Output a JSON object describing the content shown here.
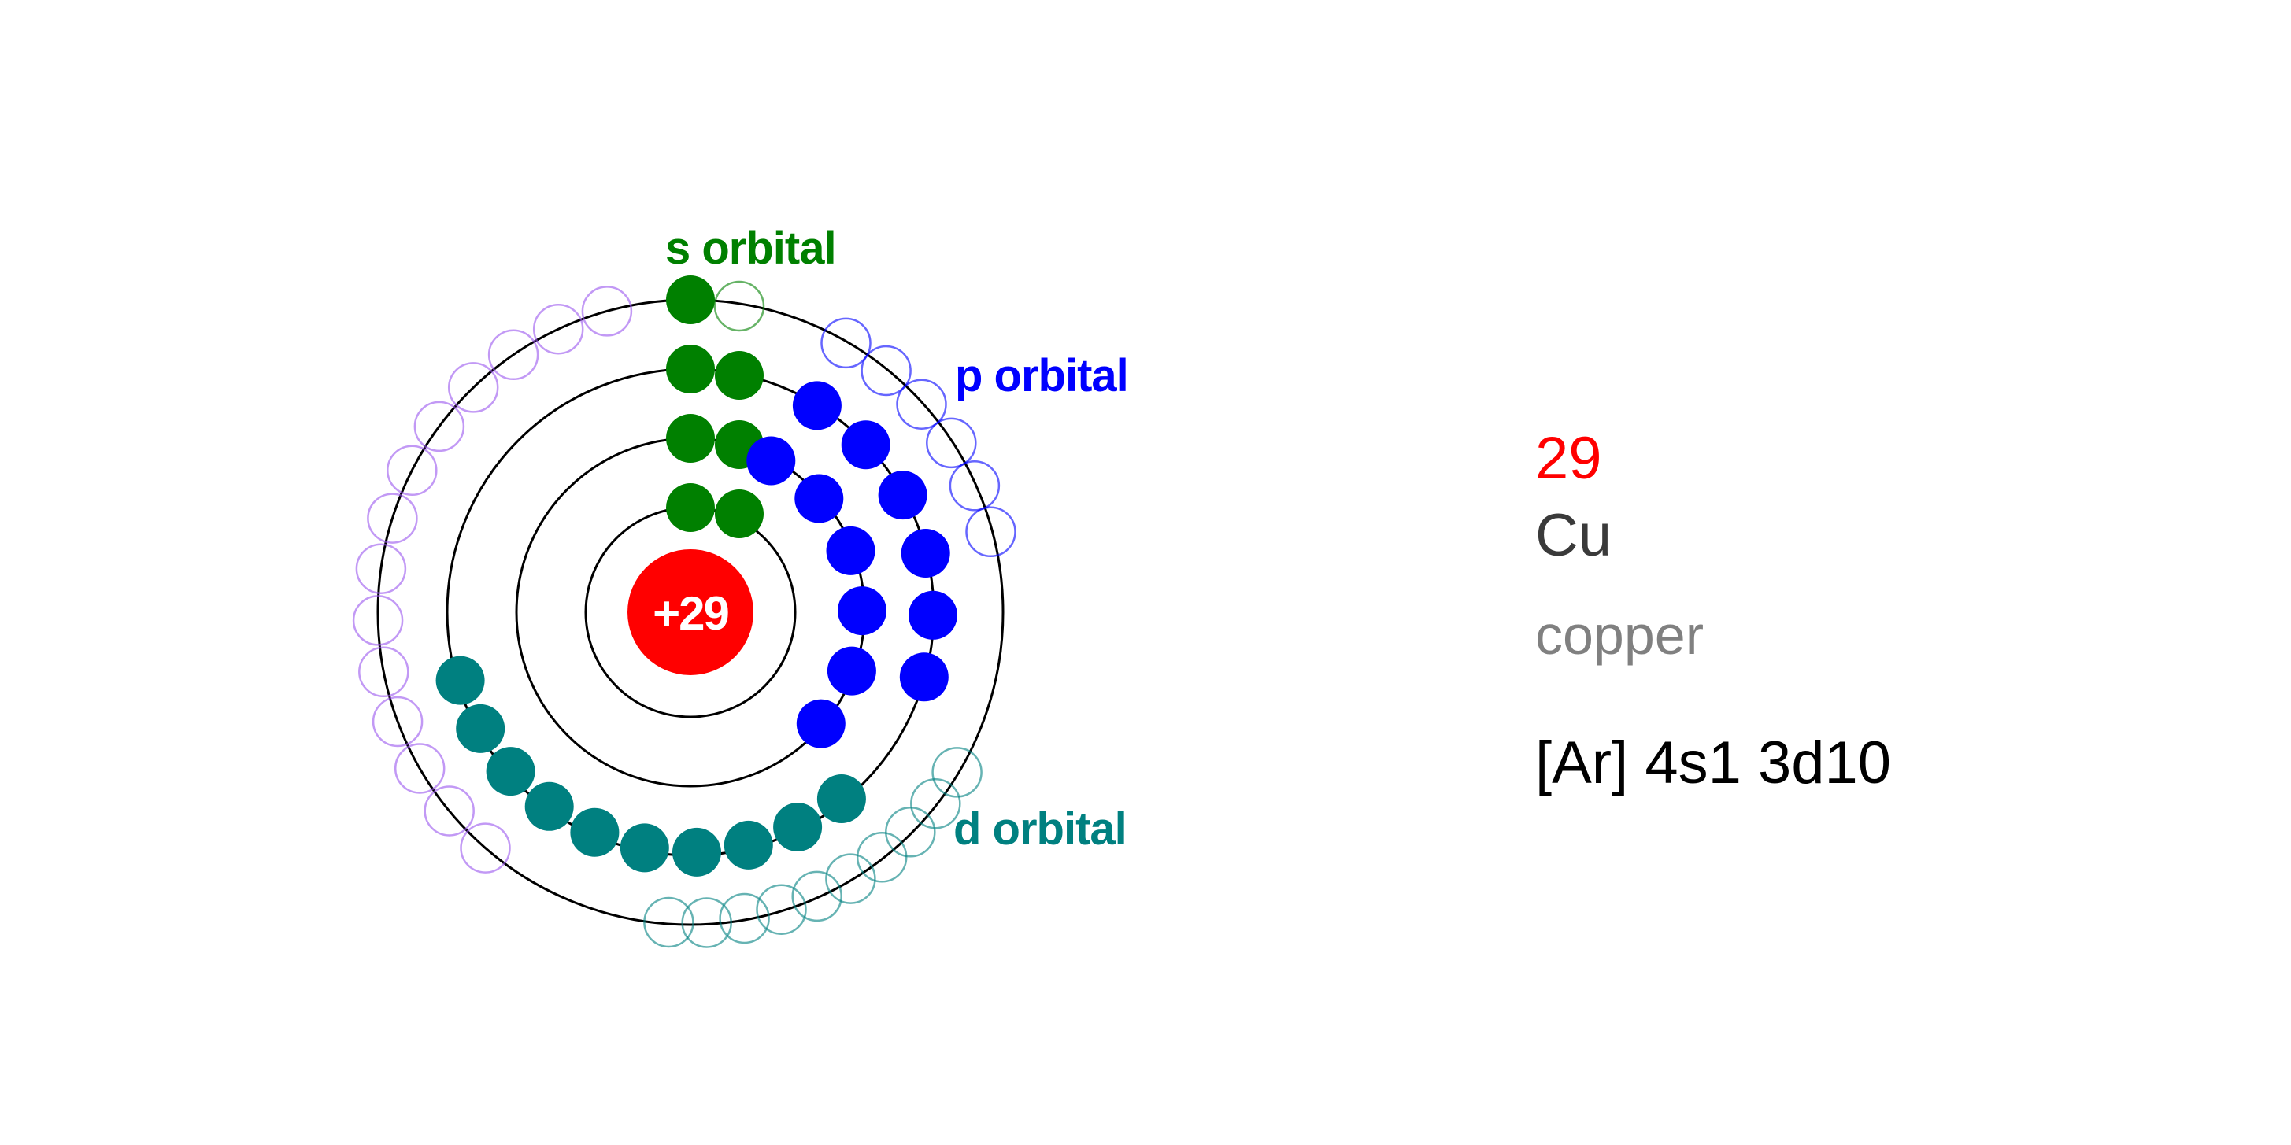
{
  "nucleus": {
    "label": "+29",
    "color": "#ff0000",
    "text_color": "#ffffff"
  },
  "orbitals": {
    "s": {
      "label": "s orbital",
      "color": "#008000",
      "filled": 7,
      "empty": 1
    },
    "p": {
      "label": "p orbital",
      "color": "#0000ff",
      "filled": 12,
      "empty": 6
    },
    "d": {
      "label": "d orbital",
      "color": "#008080",
      "filled": 10,
      "empty": 10
    },
    "f": {
      "color": "#9955ee",
      "filled": 0,
      "empty": 14
    }
  },
  "shells": 4,
  "element": {
    "atomic_number": "29",
    "atomic_number_color": "#ff0000",
    "symbol": "Cu",
    "name": "copper",
    "configuration": "[Ar] 4s1 3d10"
  }
}
